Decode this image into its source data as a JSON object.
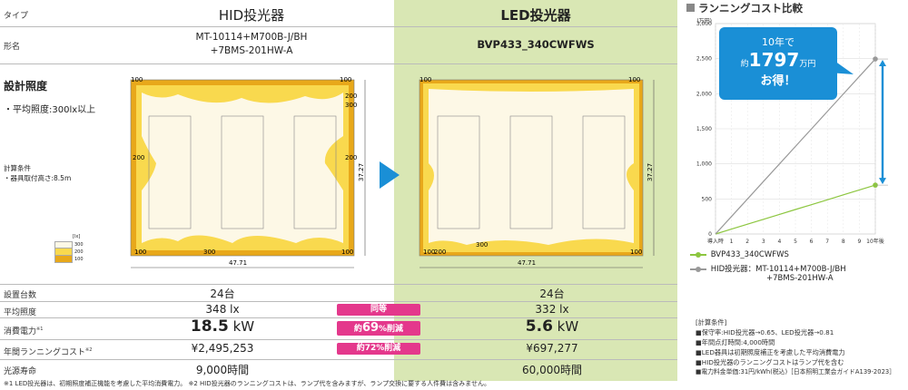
{
  "header": {
    "type_label": "タイプ",
    "hid_title": "HID投光器",
    "led_title": "LED投光器"
  },
  "model": {
    "label": "形名",
    "hid_line1": "MT-10114+M700B-J/BH",
    "hid_line2": "+7BMS-201HW-A",
    "led": "BVP433_340CWFWS"
  },
  "design": {
    "title": "設計照度",
    "avg_label": "・平均照度:300lx以上",
    "cond_title": "計算条件",
    "cond_height": "・器具取付高さ:8.5m"
  },
  "iso_legend": {
    "unit": "[lx]",
    "levels": [
      "300",
      "200",
      "100"
    ],
    "colors": [
      "#fdf8e6",
      "#f9d94e",
      "#e8a81a"
    ]
  },
  "plan_labels": {
    "width": "47.71",
    "height": "37.27",
    "v100": "100",
    "v200": "200",
    "v300": "300"
  },
  "rows": [
    {
      "label": "設置台数",
      "hid": "24台",
      "led": "24台",
      "badge": ""
    },
    {
      "label": "平均照度",
      "hid": "348 lx",
      "led": "332 lx",
      "badge": "同等"
    },
    {
      "label": "消費電力",
      "hid_num": "18.5",
      "hid_unit": " kW",
      "led_num": "5.6",
      "led_unit": " kW",
      "badge_pre": "約",
      "badge_num": "69",
      "badge_post": "%削減"
    },
    {
      "label": "年間ランニングコスト",
      "hid": "¥2,495,253",
      "led": "¥697,277",
      "badge": "約72%削減"
    },
    {
      "label": "光源寿命",
      "hid": "9,000時間",
      "led": "60,000時間",
      "badge": ""
    }
  ],
  "sup": {
    "s1": "※1",
    "s2": "※2"
  },
  "footnote": "※1 LED投光器は、初期照度補正機能を考慮した平均消費電力。 ※2 HID投光器のランニングコストは、ランプ代を含みますが、ランプ交換に要する人件費は含みません。",
  "running": {
    "title": "ランニングコスト比較",
    "callout_l1": "10年で",
    "callout_pre": "約",
    "callout_num": "1797",
    "callout_unit": "万円",
    "callout_l3": "お得！",
    "legend_led": "BVP433_340CWFWS",
    "legend_hid_l1": "HID投光器：MT-10114+M700B-J/BH",
    "legend_hid_l2": "+7BMS-201HW-A",
    "conditions_title": "[計算条件]",
    "conditions": [
      "■保守率:HID投光器→0.65、LED投光器→0.81",
      "■年間点灯時間:4,000時間",
      "■LED器具は初期照度補正を考慮した平均消費電力",
      "■HID投光器のランニングコストはランプ代を含む",
      "■電力料金単価:31円/kWh(税込)［日本照明工業会ガイドA139-2023］"
    ]
  },
  "chart_data": {
    "type": "line",
    "title": "ランニングコスト比較",
    "ylabel": "(万円)",
    "xlabel": "",
    "x": [
      "導入時",
      "1",
      "2",
      "3",
      "4",
      "5",
      "6",
      "7",
      "8",
      "9",
      "10年後"
    ],
    "yticks": [
      "0",
      "500",
      "1,000",
      "1,500",
      "2,000",
      "2,500",
      "3,000"
    ],
    "ylim": [
      0,
      3000
    ],
    "grid": true,
    "series": [
      {
        "name": "BVP433_340CWFWS",
        "color": "#8cc63f",
        "values": [
          0,
          70,
          140,
          209,
          279,
          349,
          418,
          488,
          558,
          628,
          697
        ]
      },
      {
        "name": "HID投光器：MT-10114+M700B-J/BH +7BMS-201HW-A",
        "color": "#999999",
        "values": [
          0,
          250,
          499,
          749,
          998,
          1248,
          1497,
          1747,
          1996,
          2246,
          2495
        ]
      }
    ]
  }
}
